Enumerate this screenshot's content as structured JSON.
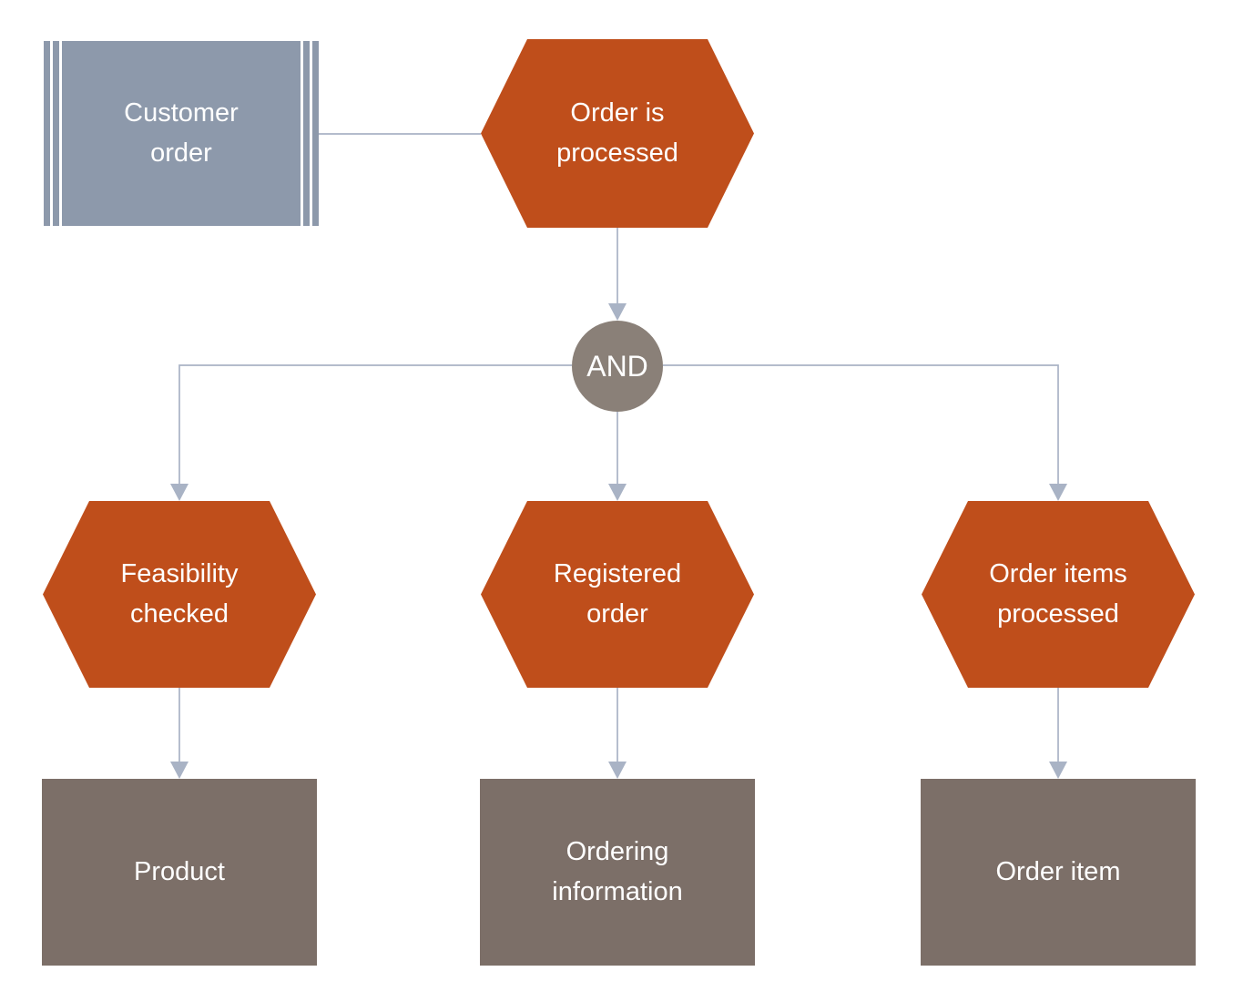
{
  "diagram": {
    "type": "event-driven-process-chain-flowchart",
    "nodes": {
      "customer_order": {
        "label": "Customer\norder",
        "shape": "striped-rectangle",
        "role": "input-output"
      },
      "order_processed": {
        "label": "Order is\nprocessed",
        "shape": "hexagon",
        "role": "event"
      },
      "and_gate": {
        "label": "AND",
        "shape": "circle",
        "role": "logical-operator"
      },
      "feasibility_checked": {
        "label": "Feasibility\nchecked",
        "shape": "hexagon",
        "role": "event"
      },
      "registered_order": {
        "label": "Registered\norder",
        "shape": "hexagon",
        "role": "event"
      },
      "order_items_processed": {
        "label": "Order items\nprocessed",
        "shape": "hexagon",
        "role": "event"
      },
      "product": {
        "label": "Product",
        "shape": "rectangle",
        "role": "entity"
      },
      "ordering_information": {
        "label": "Ordering\ninformation",
        "shape": "rectangle",
        "role": "entity"
      },
      "order_item": {
        "label": "Order item",
        "shape": "rectangle",
        "role": "entity"
      }
    },
    "edges": [
      {
        "from": "customer_order",
        "to": "order_processed",
        "arrow": false
      },
      {
        "from": "order_processed",
        "to": "and_gate",
        "arrow": true
      },
      {
        "from": "and_gate",
        "to": "feasibility_checked",
        "arrow": true
      },
      {
        "from": "and_gate",
        "to": "registered_order",
        "arrow": true
      },
      {
        "from": "and_gate",
        "to": "order_items_processed",
        "arrow": true
      },
      {
        "from": "feasibility_checked",
        "to": "product",
        "arrow": true
      },
      {
        "from": "registered_order",
        "to": "ordering_information",
        "arrow": true
      },
      {
        "from": "order_items_processed",
        "to": "order_item",
        "arrow": true
      }
    ]
  },
  "colors": {
    "event_orange": "#BF4E1B",
    "io_gray_blue": "#8D99AB",
    "operator_gray": "#8A8078",
    "entity_brown": "#7C6F68",
    "connector_line": "#A9B3C5",
    "text_white": "#FFFFFF",
    "canvas_bg": "#FFFFFF"
  }
}
